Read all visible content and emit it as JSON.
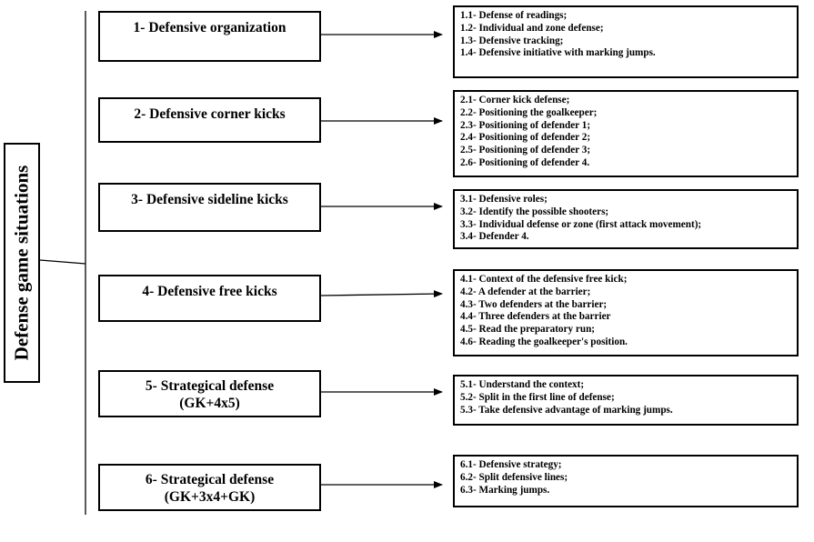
{
  "root": {
    "label": "Defense game situations"
  },
  "categories": [
    {
      "title": "1- Defensive organization",
      "subtitle": "",
      "items": [
        "1.1- Defense of readings;",
        "1.2- Individual and zone defense;",
        "1.3- Defensive tracking;",
        "1.4- Defensive initiative with marking jumps."
      ]
    },
    {
      "title": "2- Defensive corner kicks",
      "subtitle": "",
      "items": [
        "2.1- Corner kick defense;",
        "2.2- Positioning the goalkeeper;",
        "2.3- Positioning of defender 1;",
        "2.4- Positioning of defender 2;",
        "2.5- Positioning of defender 3;",
        "2.6- Positioning of defender 4."
      ]
    },
    {
      "title": "3- Defensive sideline kicks",
      "subtitle": "",
      "items": [
        "3.1- Defensive roles;",
        "3.2- Identify the possible shooters;",
        "3.3- Individual defense or zone (first attack movement);",
        "3.4- Defender 4."
      ]
    },
    {
      "title": "4- Defensive free kicks",
      "subtitle": "",
      "items": [
        "4.1- Context of the defensive free kick;",
        "4.2- A defender at the barrier;",
        "4.3- Two defenders at the barrier;",
        "4.4- Three defenders at the barrier",
        "4.5- Read the preparatory run;",
        "4.6- Reading the goalkeeper's position."
      ]
    },
    {
      "title": "5- Strategical defense",
      "subtitle": "(GK+4x5)",
      "items": [
        "5.1- Understand the context;",
        "5.2- Split in the first line of defense;",
        "5.3- Take defensive advantage of marking jumps."
      ]
    },
    {
      "title": "6- Strategical defense",
      "subtitle": "(GK+3x4+GK)",
      "items": [
        "6.1- Defensive strategy;",
        "6.2- Split defensive lines;",
        "6.3- Marking jumps."
      ]
    }
  ]
}
